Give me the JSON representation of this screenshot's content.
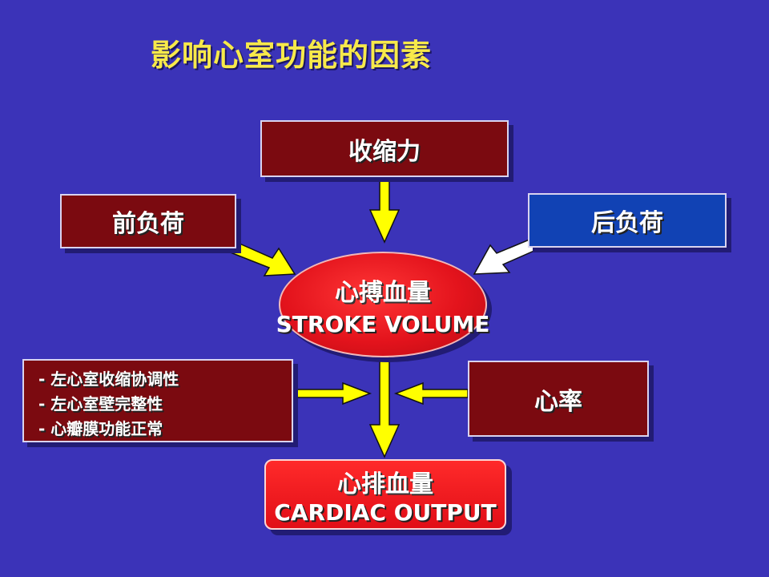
{
  "title": "影响心室功能的因素",
  "nodes": {
    "contractility": "收缩力",
    "preload": "前负荷",
    "afterload": "后负荷",
    "stroke_volume_zh": "心搏血量",
    "stroke_volume_en": "STROKE VOLUME",
    "heart_rate": "心率",
    "cardiac_output_zh": "心排血量",
    "cardiac_output_en": "CARDIAC OUTPUT"
  },
  "factors": [
    "- 左心室收缩协调性",
    "- 左心室壁完整性",
    "- 心瓣膜功能正常"
  ],
  "colors": {
    "background": "#3b33b8",
    "title": "#f7e94a",
    "dark_box": "#7b0a10",
    "blue_box": "#1142b4",
    "ellipse": "#e3131c",
    "arrow_yellow": "#ffff00",
    "arrow_white": "#ffffff"
  }
}
